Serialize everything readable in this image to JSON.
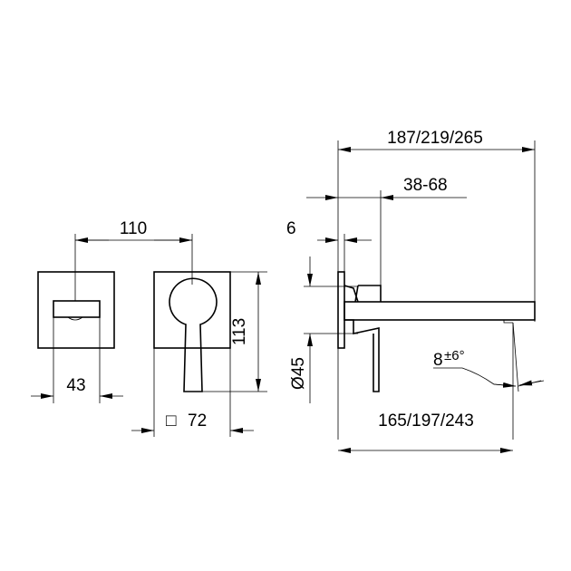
{
  "dimensions": {
    "center_distance": "110",
    "outlet_width": "43",
    "plate_height": "113",
    "plate_size_symbol": "□",
    "plate_size": "72",
    "total_length": "187/219/265",
    "wall_range": "38-68",
    "plate_thickness": "6",
    "diameter": "Ø45",
    "spout_length": "165/197/243",
    "angle": "8",
    "angle_tolerance": "±6°"
  }
}
